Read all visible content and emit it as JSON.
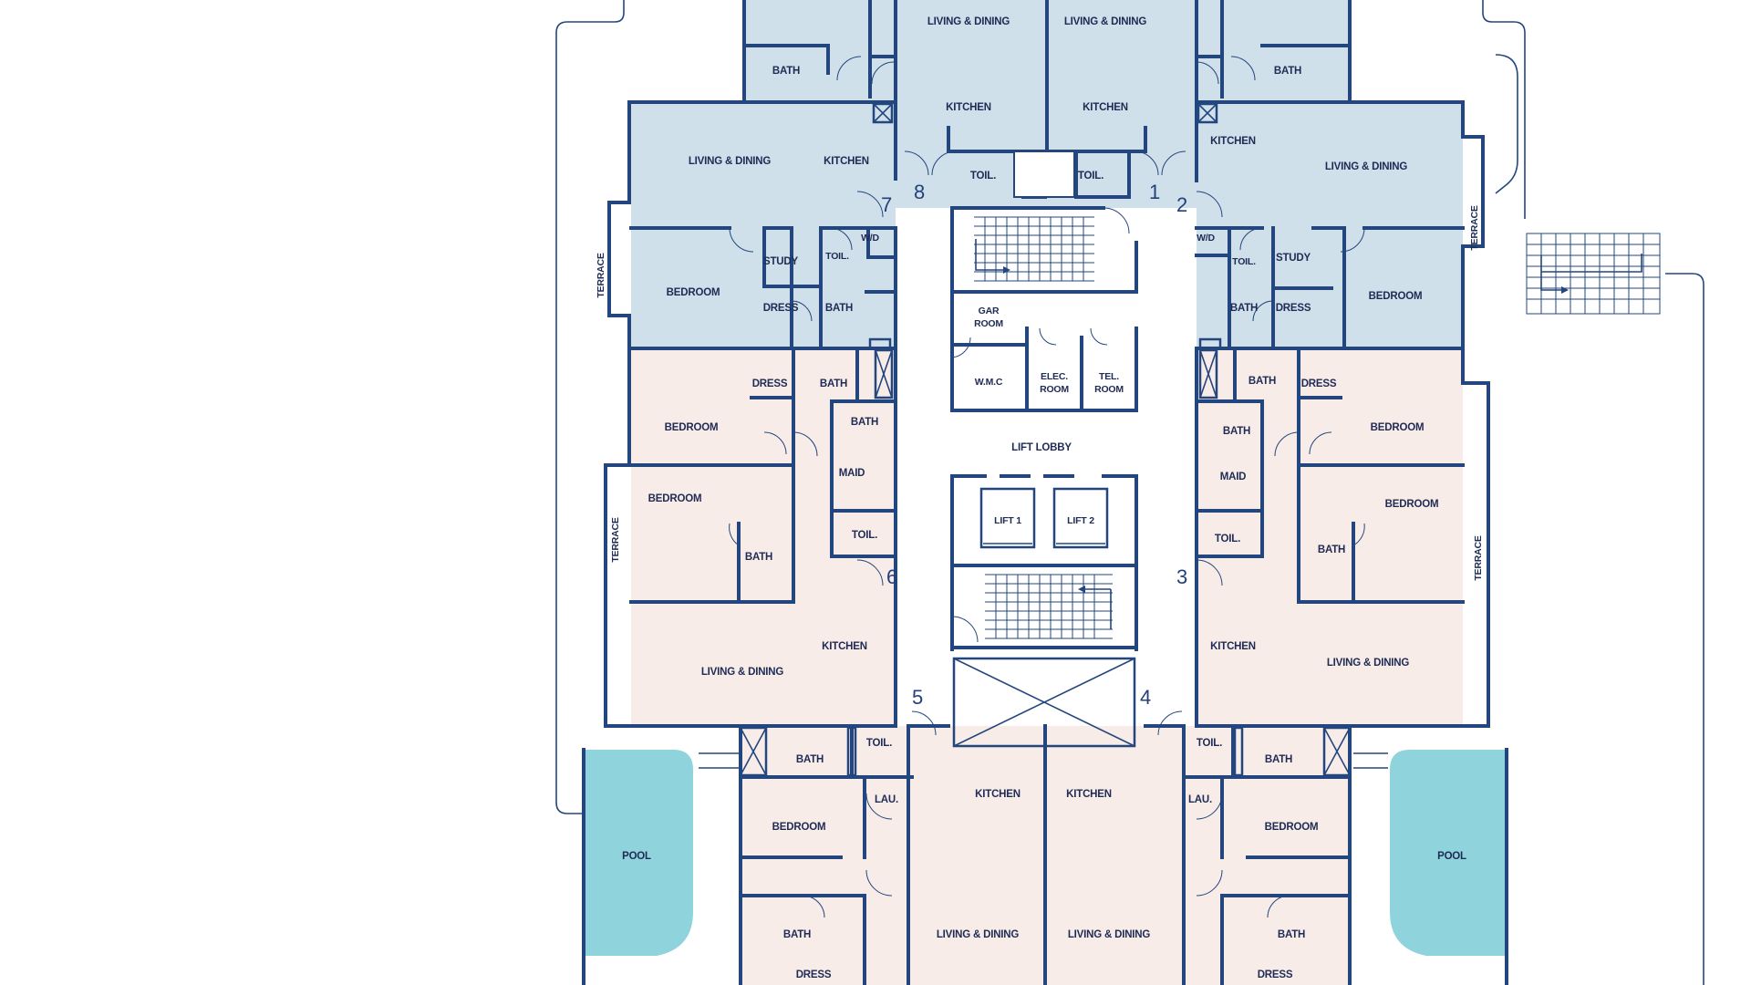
{
  "colors": {
    "wall": "#23467e",
    "unit_blue": "#cfe0ea",
    "unit_pink": "#f8ece8",
    "pool": "#8fd3dc",
    "background": "#ffffff"
  },
  "units": {
    "u1": {
      "num": "1",
      "living": "LIVING & DINING",
      "kitchen": "KITCHEN",
      "toilet": "TOIL.",
      "bath": "BATH"
    },
    "u2": {
      "num": "2",
      "kitchen": "KITCHEN",
      "living": "LIVING & DINING",
      "wd": "W/D",
      "toilet": "TOIL.",
      "study": "STUDY",
      "bath": "BATH",
      "dress": "DRESS",
      "bedroom": "BEDROOM",
      "terrace": "TERRACE"
    },
    "u3": {
      "num": "3",
      "bath_a": "BATH",
      "dress": "DRESS",
      "bedroom_a": "BEDROOM",
      "bath_b": "BATH",
      "maid": "MAID",
      "bedroom_b": "BEDROOM",
      "toilet": "TOIL.",
      "bath_c": "BATH",
      "kitchen": "KITCHEN",
      "living": "LIVING & DINING",
      "terrace": "TERRACE"
    },
    "u4": {
      "num": "4",
      "toilet": "TOIL.",
      "bath_a": "BATH",
      "kitchen": "KITCHEN",
      "laundry": "LAU.",
      "bedroom": "BEDROOM",
      "living": "LIVING & DINING",
      "bath_b": "BATH",
      "dress": "DRESS",
      "pool": "POOL"
    },
    "u5": {
      "num": "5",
      "bath_a": "BATH",
      "toilet": "TOIL.",
      "kitchen": "KITCHEN",
      "laundry": "LAU.",
      "bedroom": "BEDROOM",
      "living": "LIVING & DINING",
      "bath_b": "BATH",
      "dress": "DRESS",
      "pool": "POOL"
    },
    "u6": {
      "num": "6",
      "dress": "DRESS",
      "bath_a": "BATH",
      "bedroom_a": "BEDROOM",
      "bath_b": "BATH",
      "maid": "MAID",
      "bedroom_b": "BEDROOM",
      "toilet": "TOIL.",
      "bath_c": "BATH",
      "kitchen": "KITCHEN",
      "living": "LIVING & DINING",
      "terrace": "TERRACE"
    },
    "u7": {
      "num": "7",
      "living": "LIVING & DINING",
      "kitchen": "KITCHEN",
      "study": "STUDY",
      "toilet": "TOIL.",
      "wd": "W/D",
      "bedroom": "BEDROOM",
      "dress": "DRESS",
      "bath": "BATH",
      "terrace": "TERRACE"
    },
    "u8": {
      "num": "8",
      "living": "LIVING & DINING",
      "kitchen": "KITCHEN",
      "toilet": "TOIL.",
      "bath": "BATH"
    }
  },
  "core": {
    "gar_room_1": "GAR",
    "gar_room_2": "ROOM",
    "wmc": "W.M.C",
    "elec_1": "ELEC.",
    "elec_2": "ROOM",
    "tel_1": "TEL.",
    "tel_2": "ROOM",
    "lift_lobby": "LIFT LOBBY",
    "lift_1": "LIFT 1",
    "lift_2": "LIFT 2"
  }
}
